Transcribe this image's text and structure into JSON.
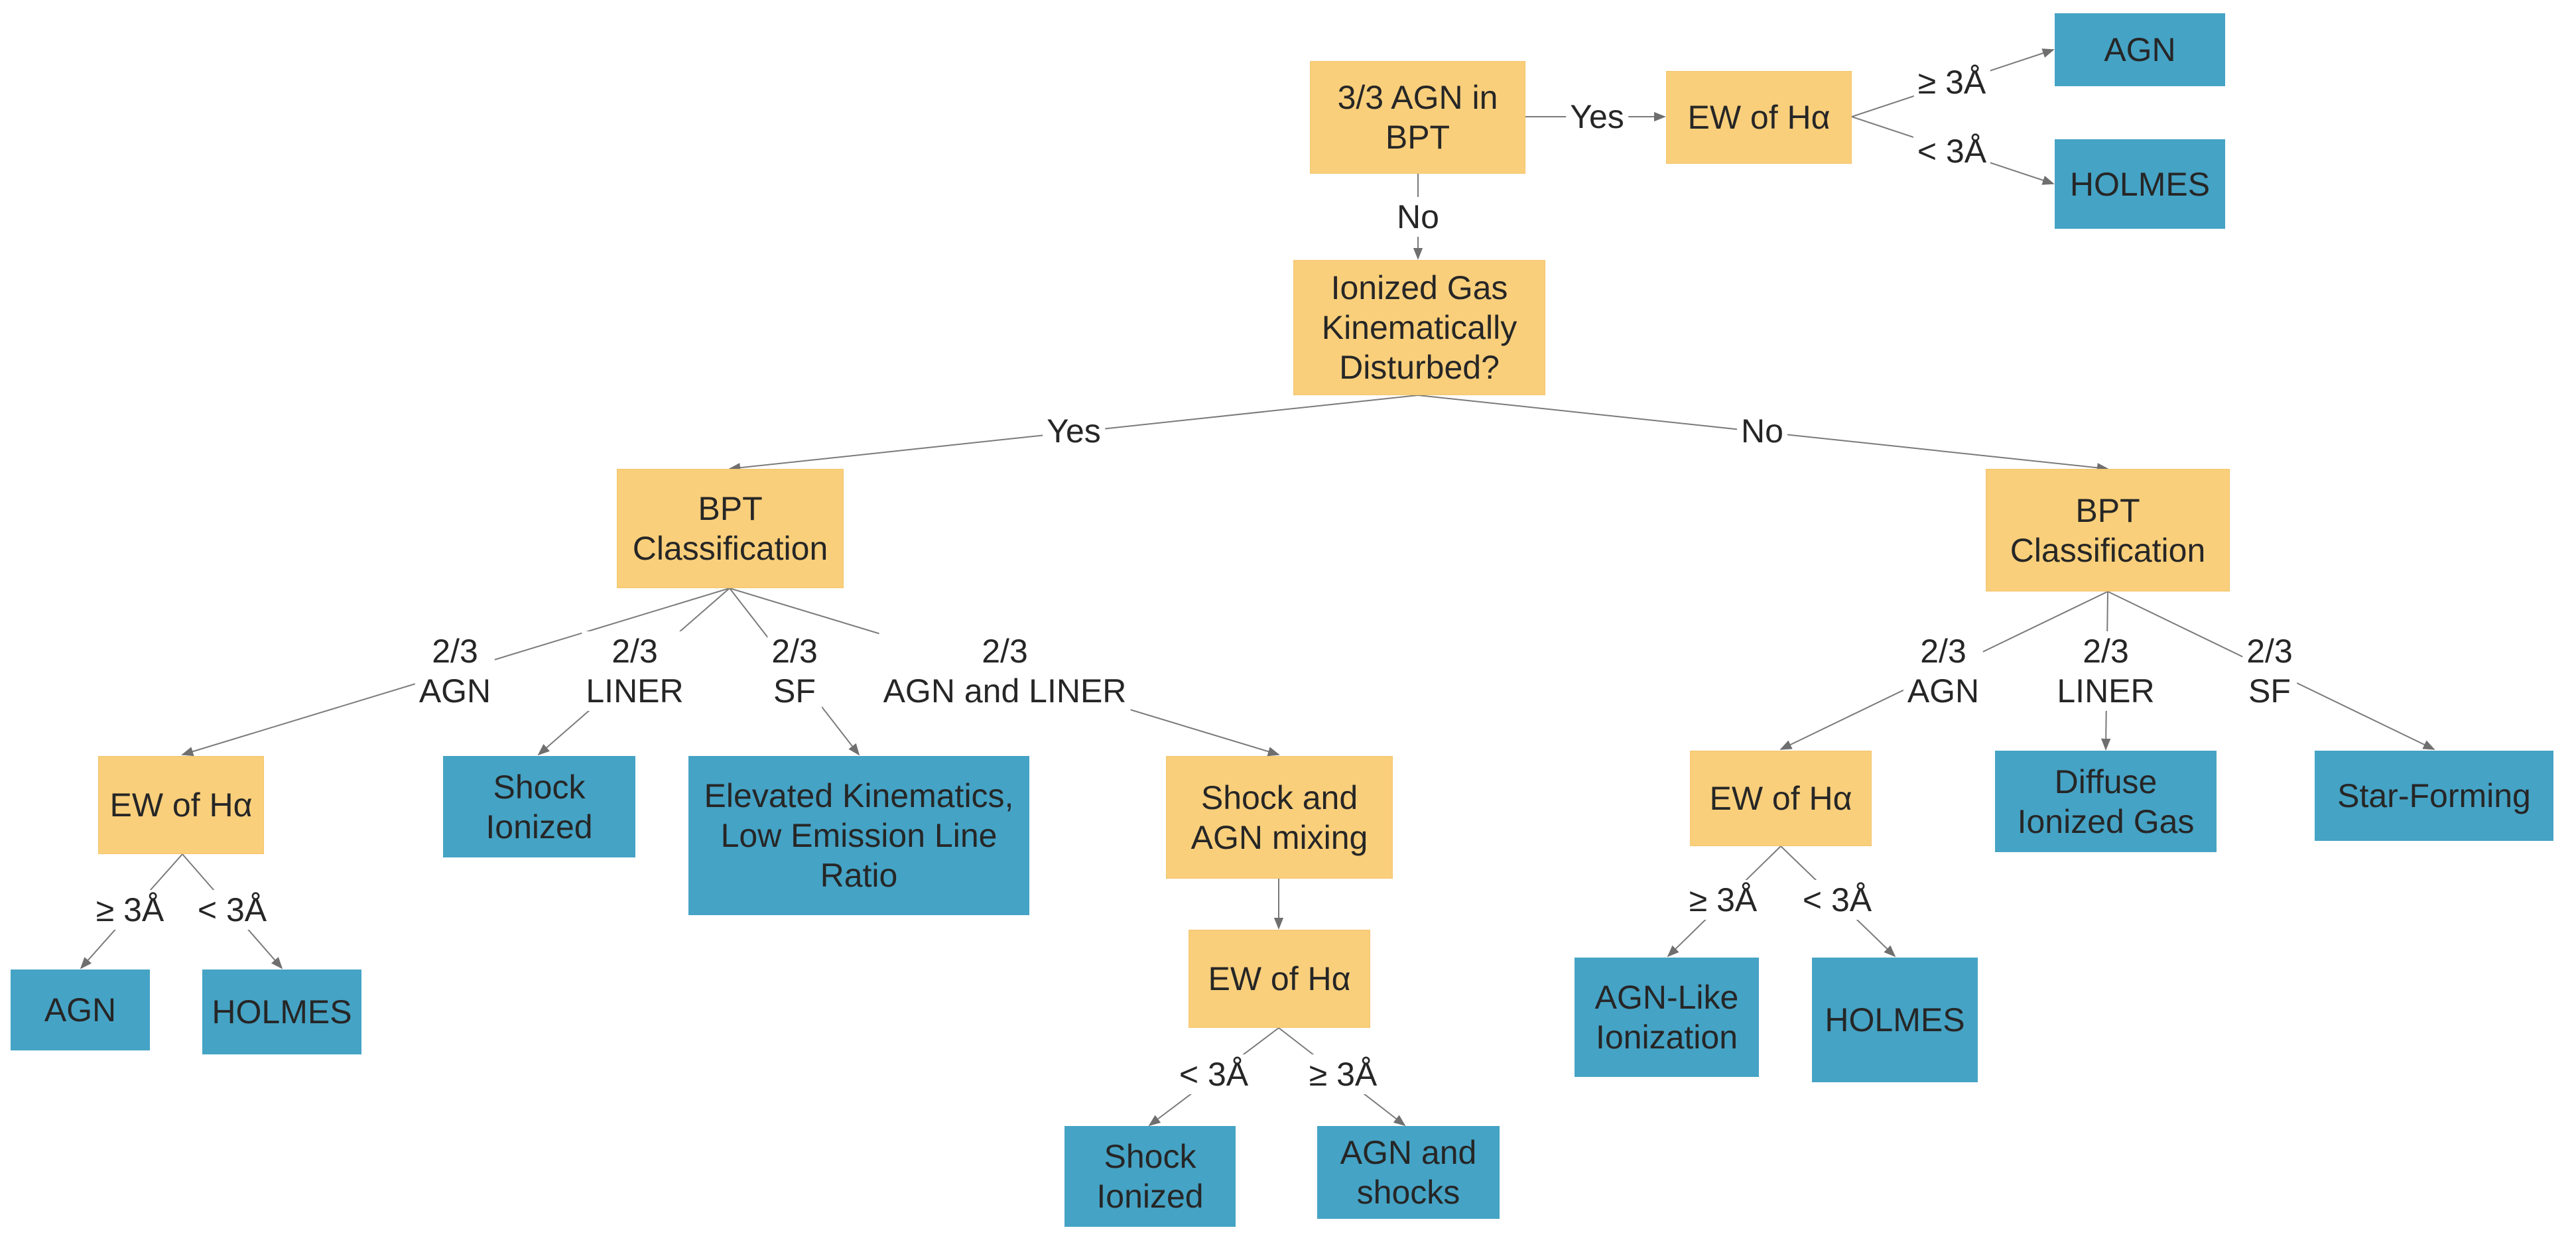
{
  "colors": {
    "decision_fill": "#f9cf7b",
    "outcome_fill": "#45a3c5",
    "edge": "#7a7a7a",
    "text": "#262626"
  },
  "nodes": {
    "n_root": "3/3 AGN in\nBPT",
    "n_ew_top": "EW of Hα",
    "n_agn_top": "AGN",
    "n_holmes_top": "HOLMES",
    "n_kin": "Ionized Gas\nKinematically\nDisturbed?",
    "n_bpt_l": "BPT\nClassification",
    "n_bpt_r": "BPT\nClassification",
    "n_ew_ll": "EW of Hα",
    "n_agn_ll": "AGN",
    "n_holmes_ll": "HOLMES",
    "n_shock_l": "Shock\nIonized",
    "n_elev": "Elevated Kinematics,\nLow Emission Line\nRatio",
    "n_mix": "Shock and\nAGN mixing",
    "n_ew_mix": "EW of Hα",
    "n_shock_m": "Shock\nIonized",
    "n_agnshock": "AGN and\nshocks",
    "n_ew_r": "EW of Hα",
    "n_agnlike": "AGN-Like\nIonization",
    "n_holmes_r": "HOLMES",
    "n_dig": "Diffuse\nIonized Gas",
    "n_sf": "Star-Forming"
  },
  "edge_labels": {
    "e_yes_top": "Yes",
    "e_ge_top": "≥ 3Å",
    "e_lt_top": "< 3Å",
    "e_no_root": "No",
    "e_yes_kin": "Yes",
    "e_no_kin": "No",
    "e_l_agn": "2/3\nAGN",
    "e_l_liner": "2/3\nLINER",
    "e_l_sf": "2/3\nSF",
    "e_l_agnliner": "2/3\nAGN and LINER",
    "e_ll_ge": "≥ 3Å",
    "e_ll_lt": "< 3Å",
    "e_mix_lt": "< 3Å",
    "e_mix_ge": "≥ 3Å",
    "e_r_agn": "2/3\nAGN",
    "e_r_liner": "2/3\nLINER",
    "e_r_sf": "2/3\nSF",
    "e_r_ge": "≥ 3Å",
    "e_r_lt": "< 3Å"
  }
}
